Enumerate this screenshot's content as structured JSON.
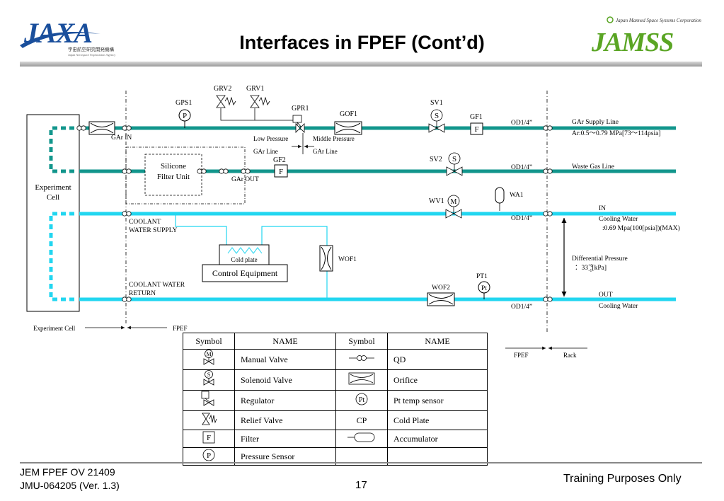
{
  "slide": {
    "title": "Interfaces in FPEF (Cont’d)",
    "logo_left": {
      "text": "JAXA",
      "sub_jp": "宇宙航空研究開発機構",
      "sub_en": "Japan Aerospace Exploration Agency"
    },
    "logo_right": {
      "text": "JAMSS",
      "sub": "Japan Manned Space Systems Corporation"
    },
    "footer": {
      "line1": "JEM FPEF OV 21409",
      "line2": "JMU-064205 (Ver. 1.3)",
      "page": "17",
      "right": "Training Purposes Only"
    }
  },
  "colors": {
    "gas_line": "#12968c",
    "water_line": "#22d6f0",
    "cold_water_branch": "#22d6f0"
  },
  "diagram": {
    "labels": {
      "experiment_cell": [
        "Experiment",
        "Cell"
      ],
      "silicone_filter": [
        "Silicone",
        "Filter Unit"
      ],
      "control_equipment": "Control Equipment",
      "cold_plate": "Cold plate",
      "grv2": "GRV2",
      "grv1": "GRV1",
      "gps1": "GPS1",
      "gps1_symbol": "P",
      "gpr1": "GPR1",
      "gof1": "GOF1",
      "sv1": "SV1",
      "sv_symbol": "S",
      "gf1": "GF1",
      "f_symbol": "F",
      "gf2": "GF2",
      "sv2": "SV2",
      "gar_in": "GAr IN",
      "gar_out": "GAr OUT",
      "low_pressure": "Low Pressure",
      "gar_line_1": "GAr Line",
      "middle_pressure": "Middle Pressure",
      "gar_line_2": "GAr Line",
      "od1": "OD1/4”",
      "od2": "OD1/4”",
      "od3": "OD1/4”",
      "od4": "OD1/4”",
      "gar_supply_line": "GAr Supply Line",
      "gar_supply_spec": "Ar:0.5～0.79 MPa[73～114psia]",
      "waste_gas_line": "Waste Gas Line",
      "wa1": "WA1",
      "wv1": "WV1",
      "m_symbol": "M",
      "in_label": "IN",
      "cooling_water_in": "Cooling Water",
      "in_spec": ":0.69 Mpa(100[psia])(MAX)",
      "coolant_supply": [
        "COOLANT",
        "WATER  SUPPLY"
      ],
      "coolant_return": [
        "COOLANT WATER",
        "RETURN"
      ],
      "wof1": "WOF1",
      "wof2": "WOF2",
      "pt1": "PT1",
      "pt_symbol": "Pt",
      "diff_pressure": "Differential Pressure",
      "diff_spec": "：33",
      "diff_spec_sup": "+0",
      "diff_spec_sub": "-1",
      "diff_spec_unit": "[kPa]",
      "out_label": "OUT",
      "cooling_water_out": "Cooling Water",
      "experiment_cell_boundary": "Experiment Cell",
      "fpef_boundary": "FPEF",
      "fpef_rack_left": "FPEF",
      "fpef_rack_right": "Rack"
    }
  },
  "legend": {
    "headers": [
      "Symbol",
      "NAME",
      "Symbol",
      "NAME"
    ],
    "rows": [
      {
        "left_symbol": "manual-valve",
        "left_name": "Manual Valve",
        "right_symbol": "qd",
        "right_name": "QD"
      },
      {
        "left_symbol": "solenoid-valve",
        "left_name": "Solenoid Valve",
        "right_symbol": "orifice",
        "right_name": "Orifice"
      },
      {
        "left_symbol": "regulator",
        "left_name": "Regulator",
        "right_symbol": "pt-sensor",
        "right_name": "Pt temp sensor",
        "right_symbol_text": "Pt"
      },
      {
        "left_symbol": "relief-valve",
        "left_name": "Relief Valve",
        "right_symbol": "cold-plate",
        "right_name": "Cold Plate",
        "right_symbol_text": "CP"
      },
      {
        "left_symbol": "filter",
        "left_name": "Filter",
        "left_symbol_text": "F",
        "right_symbol": "accumulator",
        "right_name": "Accumulator"
      },
      {
        "left_symbol": "pressure-sensor",
        "left_name": "Pressure Sensor",
        "left_symbol_text": "P",
        "right_symbol": "",
        "right_name": ""
      }
    ],
    "symbol_letters": {
      "m": "M",
      "s": "S"
    }
  }
}
